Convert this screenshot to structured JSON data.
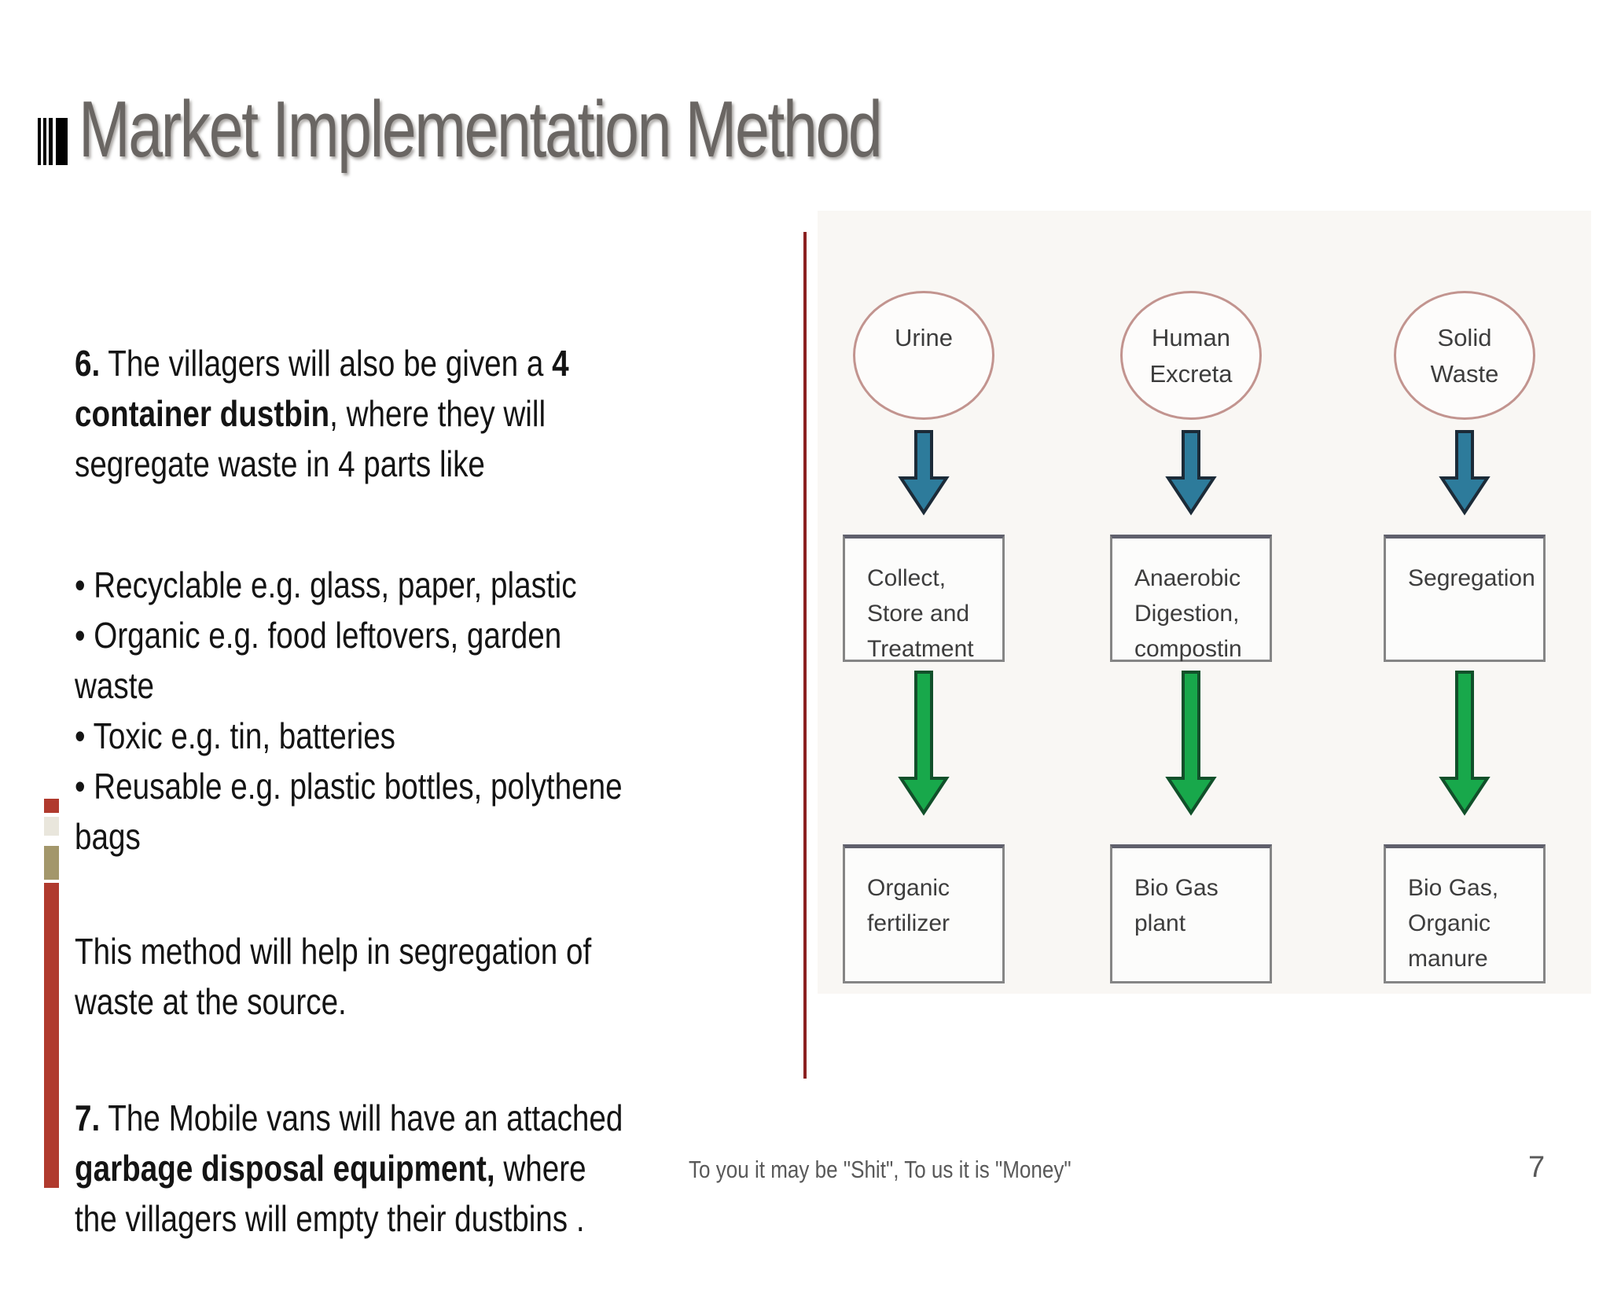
{
  "slide": {
    "title": "Market Implementation Method",
    "footer": "To you it may be \"Shit\", To us it is \"Money\"",
    "page_number": "7"
  },
  "content": {
    "bullet_glyph": "•",
    "para_6": [
      {
        "t": "6.",
        "b": true
      },
      {
        "t": " The villagers will also be given  a ",
        "b": false
      },
      {
        "t": "4\ncontainer dustbin",
        "b": true
      },
      {
        "t": ", where they will\nsegregate waste in 4 parts like",
        "b": false
      }
    ],
    "bullets": [
      "Recyclable e.g. glass, paper, plastic",
      "Organic e.g. food leftovers, garden\nwaste",
      "Toxic e.g. tin, batteries",
      "Reusable e.g. plastic bottles, polythene\nbags"
    ],
    "para_method": [
      {
        "t": "This method will help in segregation of\nwaste at the source.",
        "b": false
      }
    ],
    "para_7": [
      {
        "t": "7.",
        "b": true
      },
      {
        "t": " The Mobile vans will have an attached\n",
        "b": false
      },
      {
        "t": "garbage disposal equipment,",
        "b": true
      },
      {
        "t": " where\nthe villagers will empty their dustbins .",
        "b": false
      }
    ]
  },
  "diagram": {
    "columns": [
      {
        "source": "Urine",
        "process": "Collect,\nStore and\nTreatment",
        "output": "Organic\nfertilizer"
      },
      {
        "source": "Human\nExcreta",
        "process": "Anaerobic\nDigestion,\ncompostin",
        "output": "Bio Gas\nplant"
      },
      {
        "source": "Solid\nWaste",
        "process": "Segregation",
        "output": "Bio Gas,\nOrganic\nmanure"
      }
    ]
  },
  "colors": {
    "accent_red": "#b03a2e",
    "divider_red": "#8b2121",
    "pale_square": "#e9e6dc",
    "tan_square": "#a3976b",
    "title_gray": "#6a6663",
    "body_black": "#141414",
    "footer_gray": "#595959",
    "arrow_blue": "#2d7b9b",
    "arrow_blue_outline": "#1c2b38",
    "arrow_green": "#18a84b",
    "arrow_green_outline": "#11502a",
    "circle_outline": "#c2948f",
    "box_border": "#858585"
  }
}
